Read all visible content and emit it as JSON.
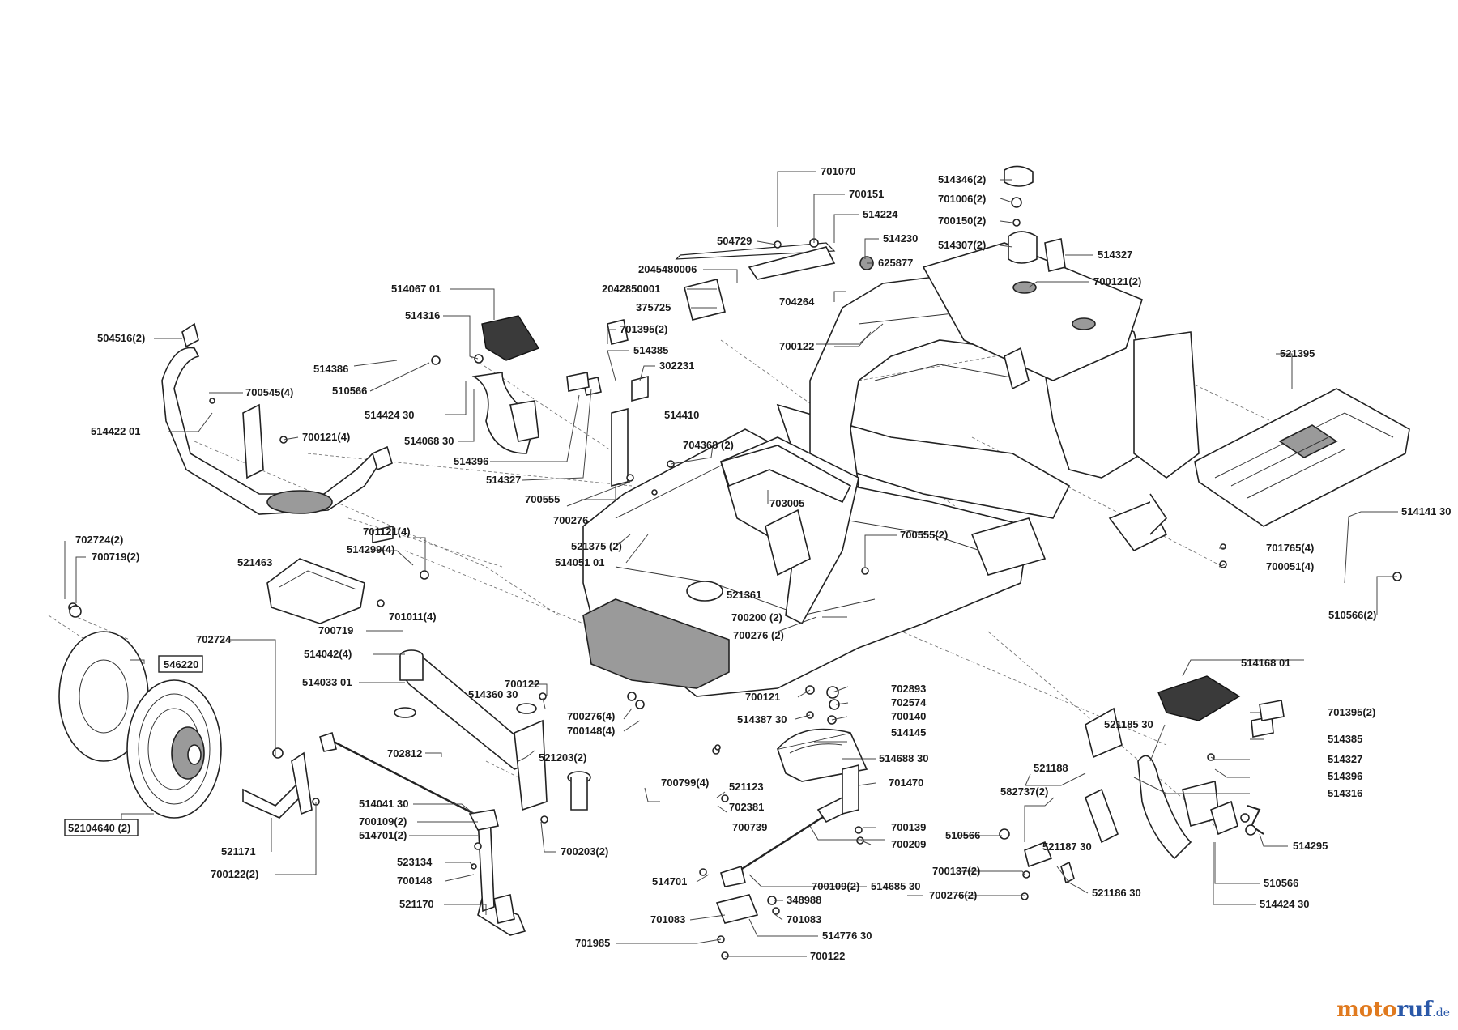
{
  "brand": {
    "part1": "moto",
    "part2": "ruf",
    "suffix": ".de"
  },
  "labels": [
    {
      "id": "701070",
      "text": "701070"
    },
    {
      "id": "700151",
      "text": "700151"
    },
    {
      "id": "514224",
      "text": "514224"
    },
    {
      "id": "504729",
      "text": "504729"
    },
    {
      "id": "514230",
      "text": "514230"
    },
    {
      "id": "625877",
      "text": "625877"
    },
    {
      "id": "2045480006",
      "text": "2045480006"
    },
    {
      "id": "2042850001",
      "text": "2042850001"
    },
    {
      "id": "375725",
      "text": "375725"
    },
    {
      "id": "704264",
      "text": "704264"
    },
    {
      "id": "514346-2",
      "text": "514346(2)"
    },
    {
      "id": "701006-2",
      "text": "701006(2)"
    },
    {
      "id": "700150-2",
      "text": "700150(2)"
    },
    {
      "id": "514307-2",
      "text": "514307(2)"
    },
    {
      "id": "514327-top",
      "text": "514327"
    },
    {
      "id": "700121-2-top",
      "text": "700121(2)"
    },
    {
      "id": "700122-top",
      "text": "700122"
    },
    {
      "id": "514067-01",
      "text": "514067 01"
    },
    {
      "id": "514316-top",
      "text": "514316"
    },
    {
      "id": "701395-2-top",
      "text": "701395(2)"
    },
    {
      "id": "514385-top",
      "text": "514385"
    },
    {
      "id": "302231",
      "text": "302231"
    },
    {
      "id": "504516-2",
      "text": "504516(2)"
    },
    {
      "id": "514386",
      "text": "514386"
    },
    {
      "id": "510566-top",
      "text": "510566"
    },
    {
      "id": "514424-30-top",
      "text": "514424 30"
    },
    {
      "id": "514068-30",
      "text": "514068 30"
    },
    {
      "id": "514396-top",
      "text": "514396"
    },
    {
      "id": "514327-mid",
      "text": "514327"
    },
    {
      "id": "514410",
      "text": "514410"
    },
    {
      "id": "700545-4",
      "text": "700545(4)"
    },
    {
      "id": "514422-01",
      "text": "514422 01"
    },
    {
      "id": "700121-4",
      "text": "700121(4)"
    },
    {
      "id": "704368-2",
      "text": "704368 (2)"
    },
    {
      "id": "521395",
      "text": "521395"
    },
    {
      "id": "700555",
      "text": "700555"
    },
    {
      "id": "700276",
      "text": "700276"
    },
    {
      "id": "703005",
      "text": "703005"
    },
    {
      "id": "700555-2",
      "text": "700555(2)"
    },
    {
      "id": "521375-2",
      "text": "521375 (2)"
    },
    {
      "id": "514051-01",
      "text": "514051 01"
    },
    {
      "id": "514141-30",
      "text": "514141 30"
    },
    {
      "id": "701765-4",
      "text": "701765(4)"
    },
    {
      "id": "700051-4",
      "text": "700051(4)"
    },
    {
      "id": "702724-2",
      "text": "702724(2)"
    },
    {
      "id": "700719-2",
      "text": "700719(2)"
    },
    {
      "id": "701121-4",
      "text": "701121(4)"
    },
    {
      "id": "514299-4",
      "text": "514299(4)"
    },
    {
      "id": "521463",
      "text": "521463"
    },
    {
      "id": "701011-4",
      "text": "701011(4)"
    },
    {
      "id": "521361",
      "text": "521361"
    },
    {
      "id": "700200-2",
      "text": "700200 (2)"
    },
    {
      "id": "700276-2",
      "text": "700276 (2)"
    },
    {
      "id": "510566-2",
      "text": "510566(2)"
    },
    {
      "id": "700719",
      "text": "700719"
    },
    {
      "id": "702724",
      "text": "702724"
    },
    {
      "id": "514042-4",
      "text": "514042(4)"
    },
    {
      "id": "546220",
      "text": "546220"
    },
    {
      "id": "514033-01",
      "text": "514033 01"
    },
    {
      "id": "700122-mid",
      "text": "700122"
    },
    {
      "id": "514360-30",
      "text": "514360 30"
    },
    {
      "id": "514168-01",
      "text": "514168 01"
    },
    {
      "id": "702893",
      "text": "702893"
    },
    {
      "id": "702574",
      "text": "702574"
    },
    {
      "id": "700121",
      "text": "700121"
    },
    {
      "id": "700140",
      "text": "700140"
    },
    {
      "id": "514387-30",
      "text": "514387 30"
    },
    {
      "id": "514145",
      "text": "514145"
    },
    {
      "id": "700276-4",
      "text": "700276(4)"
    },
    {
      "id": "700148-4",
      "text": "700148(4)"
    },
    {
      "id": "521185-30",
      "text": "521185 30"
    },
    {
      "id": "701395-2-right",
      "text": "701395(2)"
    },
    {
      "id": "514385-right",
      "text": "514385"
    },
    {
      "id": "514327-right",
      "text": "514327"
    },
    {
      "id": "514396-right",
      "text": "514396"
    },
    {
      "id": "514316-right",
      "text": "514316"
    },
    {
      "id": "702812",
      "text": "702812"
    },
    {
      "id": "521203-2",
      "text": "521203(2)"
    },
    {
      "id": "514688-30",
      "text": "514688 30"
    },
    {
      "id": "521188",
      "text": "521188"
    },
    {
      "id": "700799-4",
      "text": "700799(4)"
    },
    {
      "id": "521123",
      "text": "521123"
    },
    {
      "id": "701470",
      "text": "701470"
    },
    {
      "id": "702381",
      "text": "702381"
    },
    {
      "id": "582737-2",
      "text": "582737(2)"
    },
    {
      "id": "514041-30",
      "text": "514041 30"
    },
    {
      "id": "52104640-2",
      "text": "52104640 (2)"
    },
    {
      "id": "700109-2-left",
      "text": "700109(2)"
    },
    {
      "id": "514701-2",
      "text": "514701(2)"
    },
    {
      "id": "700739",
      "text": "700739"
    },
    {
      "id": "700139",
      "text": "700139"
    },
    {
      "id": "700209",
      "text": "700209"
    },
    {
      "id": "510566-right",
      "text": "510566"
    },
    {
      "id": "521187-30",
      "text": "521187 30"
    },
    {
      "id": "514295",
      "text": "514295"
    },
    {
      "id": "521171",
      "text": "521171"
    },
    {
      "id": "700203-2",
      "text": "700203(2)"
    },
    {
      "id": "523134",
      "text": "523134"
    },
    {
      "id": "514685-30",
      "text": "514685 30"
    },
    {
      "id": "700122-2",
      "text": "700122(2)"
    },
    {
      "id": "700148",
      "text": "700148"
    },
    {
      "id": "700137-2",
      "text": "700137(2)"
    },
    {
      "id": "521186-30",
      "text": "521186 30"
    },
    {
      "id": "514701",
      "text": "514701"
    },
    {
      "id": "700109-2-bottom",
      "text": "700109(2)"
    },
    {
      "id": "700276-2-bottom",
      "text": "700276(2)"
    },
    {
      "id": "510566-bottom",
      "text": "510566"
    },
    {
      "id": "348988",
      "text": "348988"
    },
    {
      "id": "521170",
      "text": "521170"
    },
    {
      "id": "701083-left",
      "text": "701083"
    },
    {
      "id": "701083-right",
      "text": "701083"
    },
    {
      "id": "514424-30-bottom",
      "text": "514424 30"
    },
    {
      "id": "514776-30",
      "text": "514776 30"
    },
    {
      "id": "701985",
      "text": "701985"
    },
    {
      "id": "700122-bottom",
      "text": "700122"
    }
  ]
}
